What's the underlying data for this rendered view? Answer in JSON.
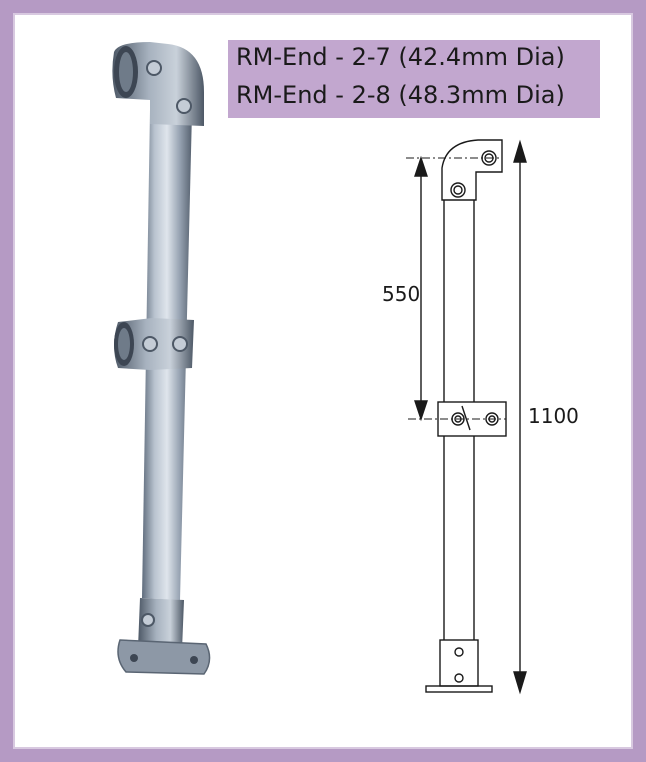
{
  "title": {
    "line1": "RM-End - 2-7 (42.4mm Dia)",
    "line2": "RM-End - 2-8 (48.3mm Dia)"
  },
  "dimensions": {
    "upper_spacing": "550",
    "total_height": "1100"
  },
  "colors": {
    "frame": "#b59ac4",
    "title_background": "#c2a7cf",
    "galvanized_steel": "#9aa6b4"
  }
}
